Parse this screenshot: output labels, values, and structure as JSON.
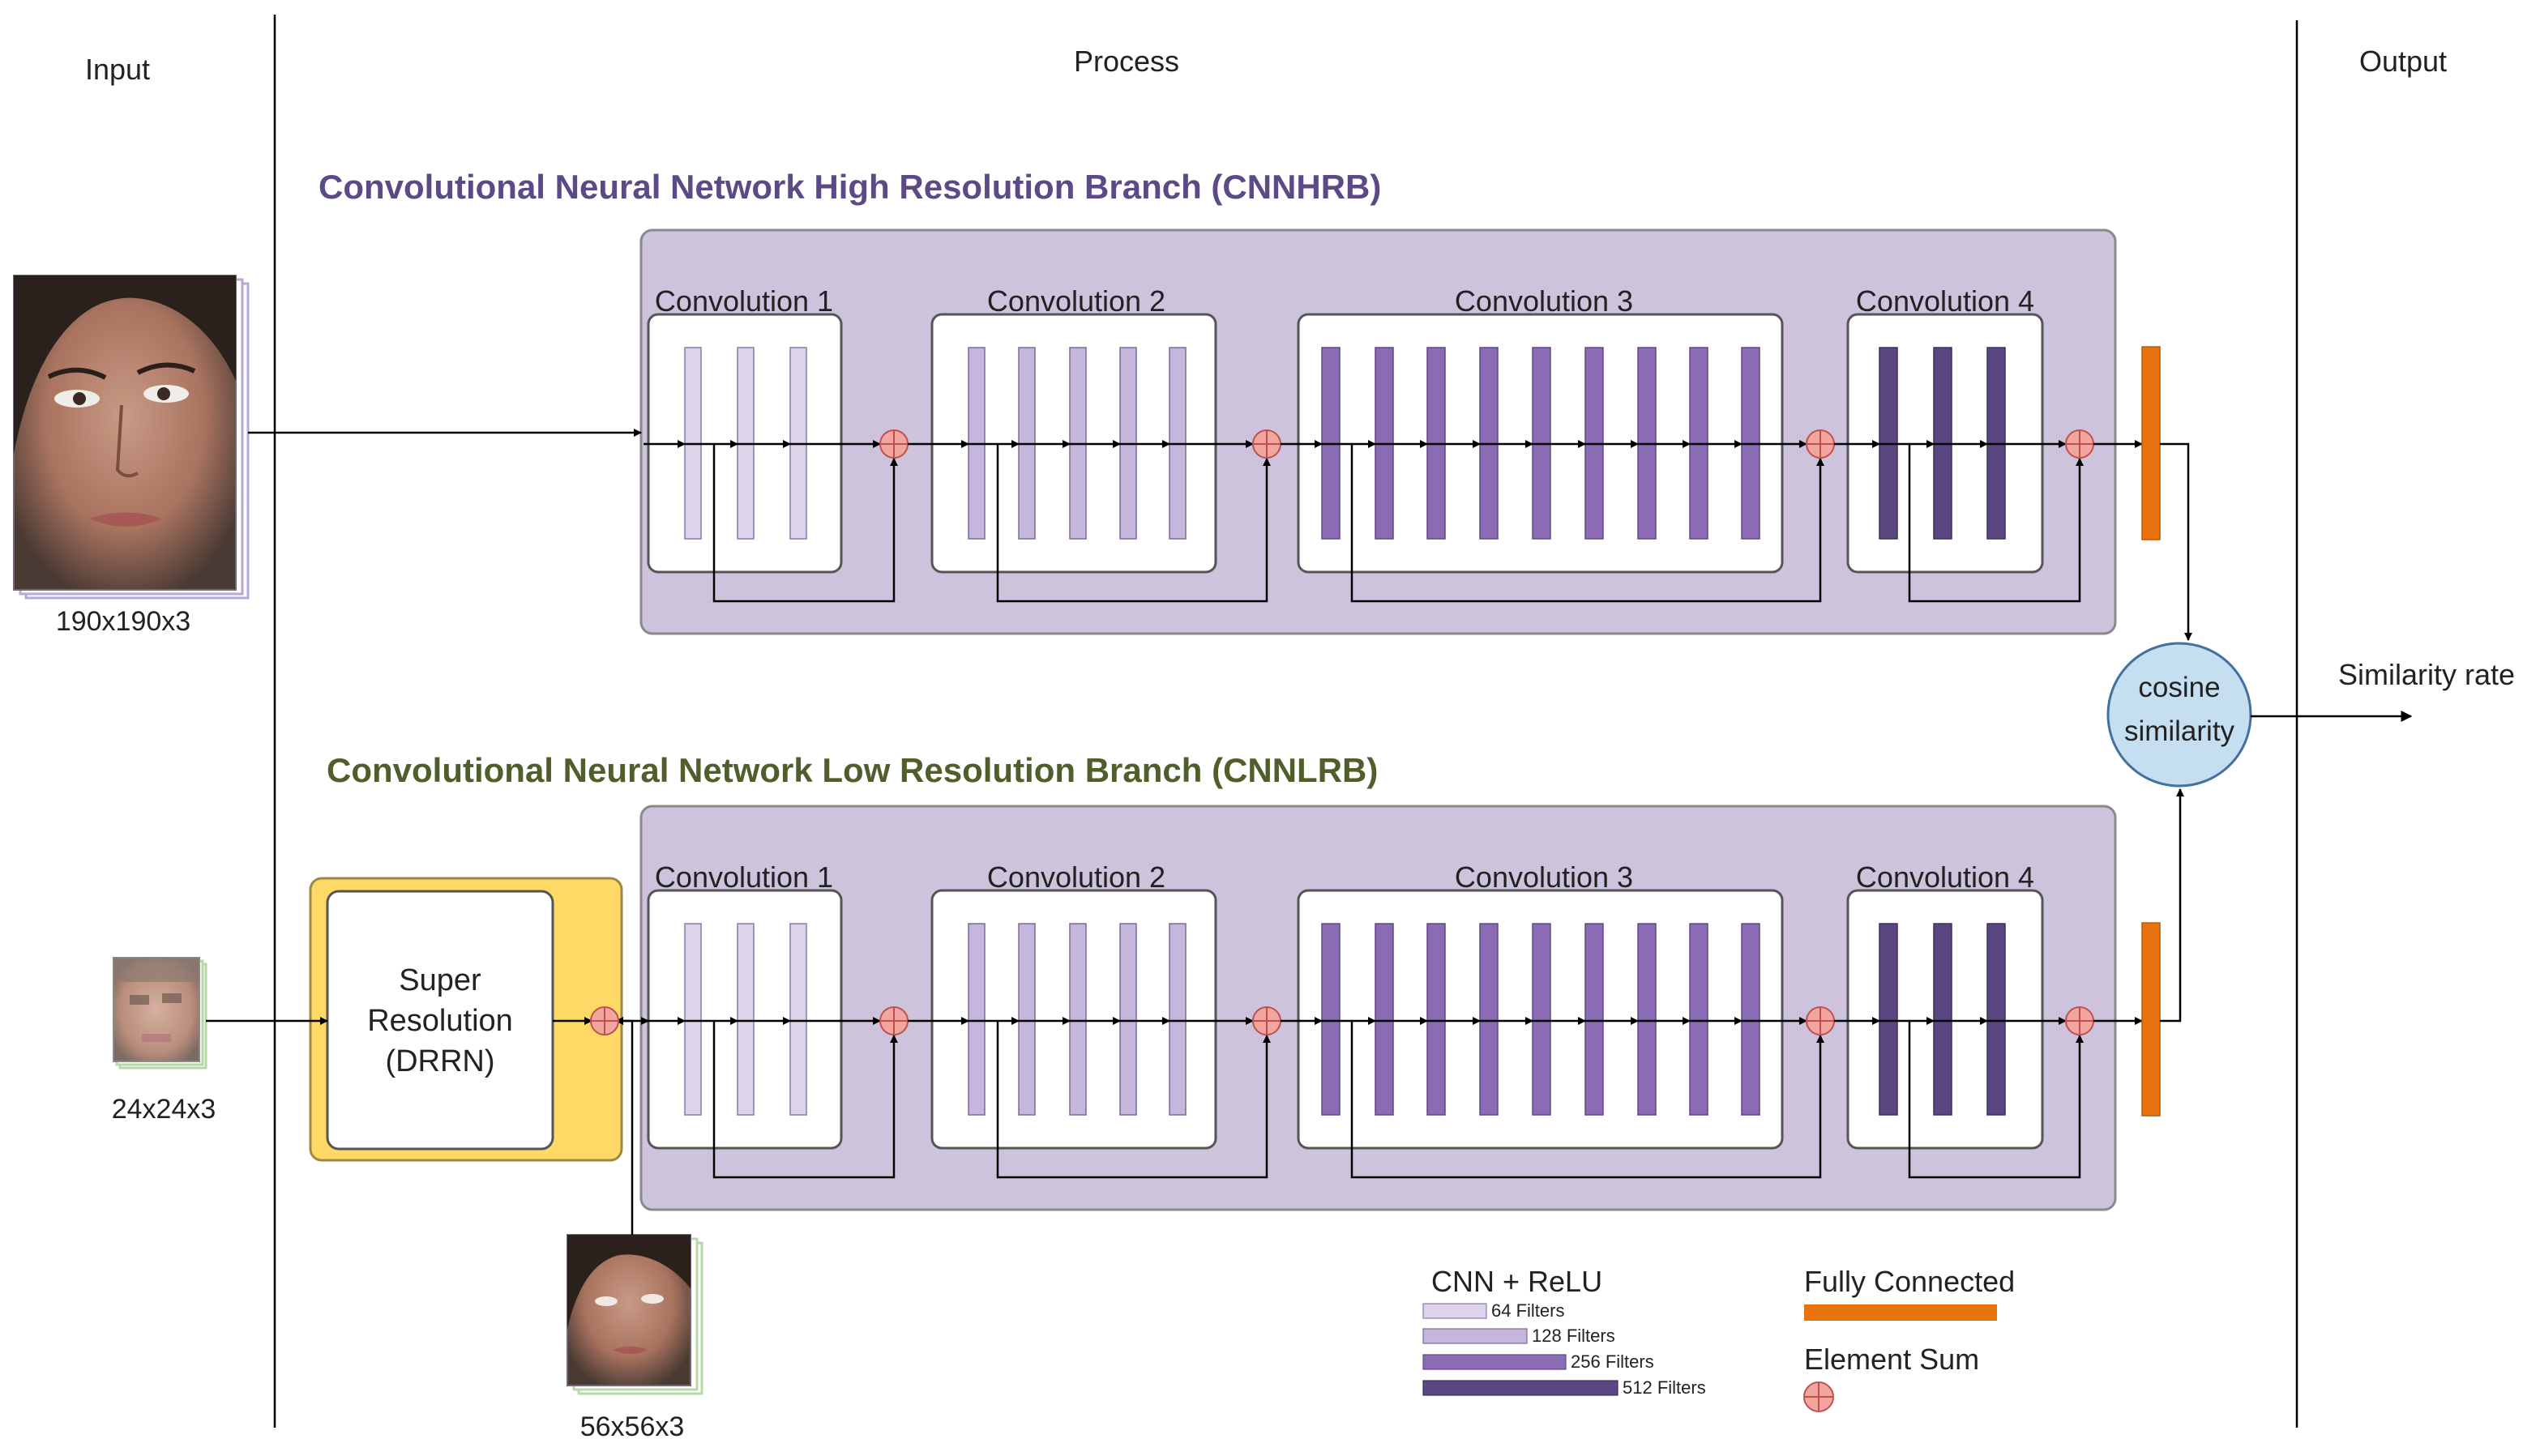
{
  "headers": {
    "input": "Input",
    "process": "Process",
    "output": "Output"
  },
  "branches": {
    "high": {
      "title": "Convolutional Neural Network High Resolution Branch (CNNHRB)",
      "title_color": "#5b4a86"
    },
    "low": {
      "title": "Convolutional Neural Network Low Resolution Branch (CNNLRB)",
      "title_color": "#4f5e2a"
    }
  },
  "conv_blocks": [
    "Convolution 1",
    "Convolution 2",
    "Convolution 3",
    "Convolution 4"
  ],
  "conv_filters": [
    64,
    128,
    256,
    512
  ],
  "conv_layers_per_block": [
    3,
    5,
    9,
    3
  ],
  "super_resolution": {
    "line1": "Super",
    "line2": "Resolution",
    "line3": "(DRRN)"
  },
  "inputs": {
    "high_res": "190x190x3",
    "low_res": "24x24x3",
    "super_res": "56x56x3"
  },
  "cosine": {
    "line1": "cosine",
    "line2": "similarity"
  },
  "output_label": "Similarity rate",
  "legend": {
    "cnn_title": "CNN + ReLU",
    "filters": [
      "64 Filters",
      "128 Filters",
      "256 Filters",
      "512 Filters"
    ],
    "fc_title": "Fully Connected",
    "sum_title": "Element Sum"
  },
  "colors": {
    "panel_fill": "#cdc3dc",
    "panel_stroke": "#8a8a8a",
    "f64": "#ddd3ea",
    "f128": "#c5b6dc",
    "f256": "#8b6bb3",
    "f512": "#5a4680",
    "fully_connected": "#e8720c",
    "element_sum": "#f2a6a0",
    "sr_box": "#fed966",
    "cosine_fill": "#c6dff0",
    "cosine_stroke": "#41719c"
  }
}
